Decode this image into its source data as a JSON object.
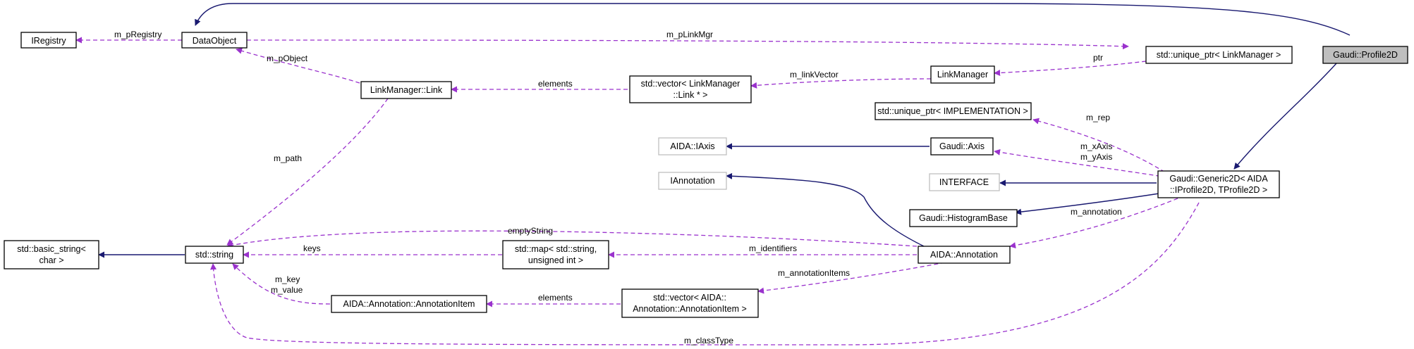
{
  "nodes": {
    "profile2d": [
      "Gaudi::Profile2D"
    ],
    "dataobject": [
      "DataObject"
    ],
    "iregistry": [
      "IRegistry"
    ],
    "unique_linkmgr": [
      "std::unique_ptr< LinkManager >"
    ],
    "linkmanager": [
      "LinkManager"
    ],
    "linkmanager_link": [
      "LinkManager::Link"
    ],
    "vector_link": [
      "std::vector< LinkManager",
      "::Link * >"
    ],
    "unique_impl": [
      "std::unique_ptr< IMPLEMENTATION >"
    ],
    "aida_iaxis": [
      "AIDA::IAxis"
    ],
    "gaudi_axis": [
      "Gaudi::Axis"
    ],
    "iannotation": [
      "IAnnotation"
    ],
    "interface": [
      "INTERFACE"
    ],
    "generic2d": [
      "Gaudi::Generic2D< AIDA",
      "::IProfile2D, TProfile2D >"
    ],
    "histogrambase": [
      "Gaudi::HistogramBase"
    ],
    "basic_string": [
      "std::basic_string<",
      "char >"
    ],
    "std_string": [
      "std::string"
    ],
    "map_string": [
      "std::map< std::string,",
      "unsigned int >"
    ],
    "aida_annotation": [
      "AIDA::Annotation"
    ],
    "annotation_item": [
      "AIDA::Annotation::AnnotationItem"
    ],
    "vector_items": [
      "std::vector< AIDA::",
      "Annotation::AnnotationItem >"
    ]
  },
  "edge_labels": {
    "m_pRegistry": "m_pRegistry",
    "m_pLinkMgr": "m_pLinkMgr",
    "m_pObject": "m_pObject",
    "elements_link": "elements",
    "m_linkVector": "m_linkVector",
    "ptr": "ptr",
    "m_path": "m_path",
    "m_rep": "m_rep",
    "m_xAxis": "m_xAxis",
    "m_yAxis": "m_yAxis",
    "emptyString": "emptyString",
    "m_annotation": "m_annotation",
    "keys": "keys",
    "m_identifiers": "m_identifiers",
    "m_key": "m_key",
    "m_value": "m_value",
    "m_annotationItems": "m_annotationItems",
    "elements_items": "elements",
    "m_classType": "m_classType"
  },
  "colors": {
    "inheritance_edge": "#191970",
    "usage_edge": "#9a32cd",
    "root_fill": "#bfbfbf",
    "external_border": "#bfbfbf"
  }
}
